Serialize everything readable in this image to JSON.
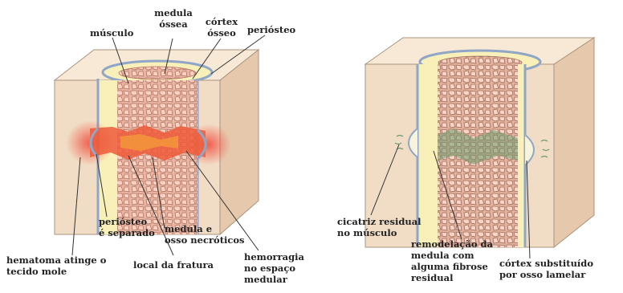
{
  "figure": {
    "left_panel": {
      "labels": {
        "musculo": "músculo",
        "medula_1": "medula",
        "medula_2": "óssea",
        "cortex_1": "córtex",
        "cortex_2": "ósseo",
        "periosteo": "periósteo",
        "periosteo_sep_1": "periósteo",
        "periosteo_sep_2": "é separado",
        "medula_necro_1": "medula e",
        "medula_necro_2": "osso necróticos",
        "hematoma_1": "hematoma atinge o",
        "hematoma_2": "tecido mole",
        "local_fratura": "local da fratura",
        "hemorragia_1": "hemorragia",
        "hemorragia_2": "no espaço",
        "hemorragia_3": "medular"
      }
    },
    "right_panel": {
      "labels": {
        "cicatriz_1": "cicatriz residual",
        "cicatriz_2": "no músculo",
        "remodelacao_1": "remodelação da",
        "remodelacao_2": "medula com",
        "remodelacao_3": "alguma fibrose",
        "remodelacao_4": "residual",
        "cortex_sub_1": "córtex substituído",
        "cortex_sub_2": "por osso lamelar"
      }
    },
    "colors": {
      "muscle_front": "#f1ddc6",
      "muscle_top": "#f7e9d6",
      "muscle_side": "#e6c9ad",
      "cortex": "#f8efb9",
      "periosteum": "#8fa6c6",
      "marrow_bg": "#e7b9a6",
      "marrow_cell": "#f7d2c2",
      "hemorrhage": "#ef5a3a",
      "fibrosis": "#6f9a70"
    }
  }
}
